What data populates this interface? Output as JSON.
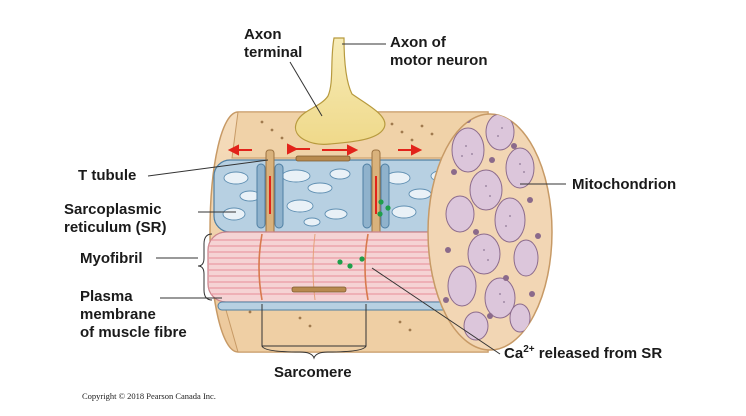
{
  "labels": {
    "axon_terminal_1": "Axon",
    "axon_terminal_2": "terminal",
    "axon_motor_1": "Axon of",
    "axon_motor_2": "motor neuron",
    "t_tubule": "T tubule",
    "sr_1": "Sarcoplasmic",
    "sr_2": "reticulum (SR)",
    "myofibril": "Myofibril",
    "plasma_1": "Plasma",
    "plasma_2": "membrane",
    "plasma_3": "of muscle fibre",
    "mitochondrion": "Mitochondrion",
    "ca_prefix": "Ca",
    "ca_sup": "2+",
    "ca_suffix": " released from SR",
    "sarcomere": "Sarcomere"
  },
  "copyright": "Copyright © 2018 Pearson Canada Inc.",
  "colors": {
    "fibre_tan": "#f1d3ac",
    "fibre_edge": "#c79a66",
    "sr_blue": "#a9c6db",
    "sr_edge": "#4f7fa3",
    "myofibril_pink": "#f2c7c9",
    "myofibril_stripe": "#e99aa3",
    "mito_purple": "#d8c3d8",
    "arrow_red": "#e2231a",
    "calcium_green": "#1e9e4a",
    "axon_yellow": "#f6e7a6"
  }
}
